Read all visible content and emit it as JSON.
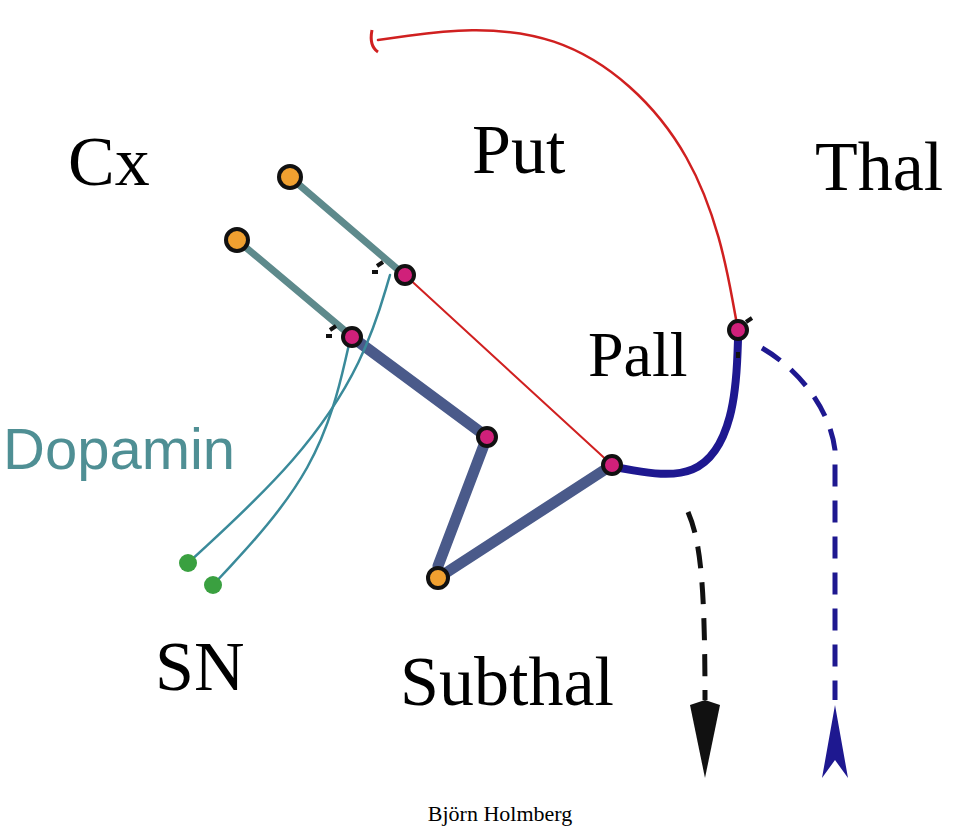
{
  "diagram": {
    "nodes": [
      {
        "text": [
          "Cx"
        ]
      },
      {
        "text": [
          "Put"
        ]
      },
      {
        "text": [
          "Thal"
        ]
      },
      {
        "text": [
          "Pall"
        ]
      },
      {
        "text": [
          "SN"
        ]
      },
      {
        "text": [
          "Subthal"
        ]
      }
    ],
    "edges": [
      {
        "from": 0,
        "to": 1,
        "arrow": "none"
      },
      {
        "from": 0,
        "to": 1,
        "arrow": "none"
      },
      {
        "from": 1,
        "to": 3,
        "arrow": "none"
      },
      {
        "from": 3,
        "to": 5,
        "arrow": "none"
      },
      {
        "from": 5,
        "to": 3,
        "arrow": "none"
      },
      {
        "from": 1,
        "to": 3,
        "arrow": "none"
      },
      {
        "from": 3,
        "to": 2,
        "arrow": "none"
      },
      {
        "from": 2,
        "to": 0,
        "arrow": "none"
      },
      {
        "from": 4,
        "to": 1,
        "label": "Dopamin",
        "arrow": "none"
      },
      {
        "from": 4,
        "to": 1,
        "arrow": "none"
      }
    ],
    "labels": [
      "Björn Holmberg"
    ]
  }
}
